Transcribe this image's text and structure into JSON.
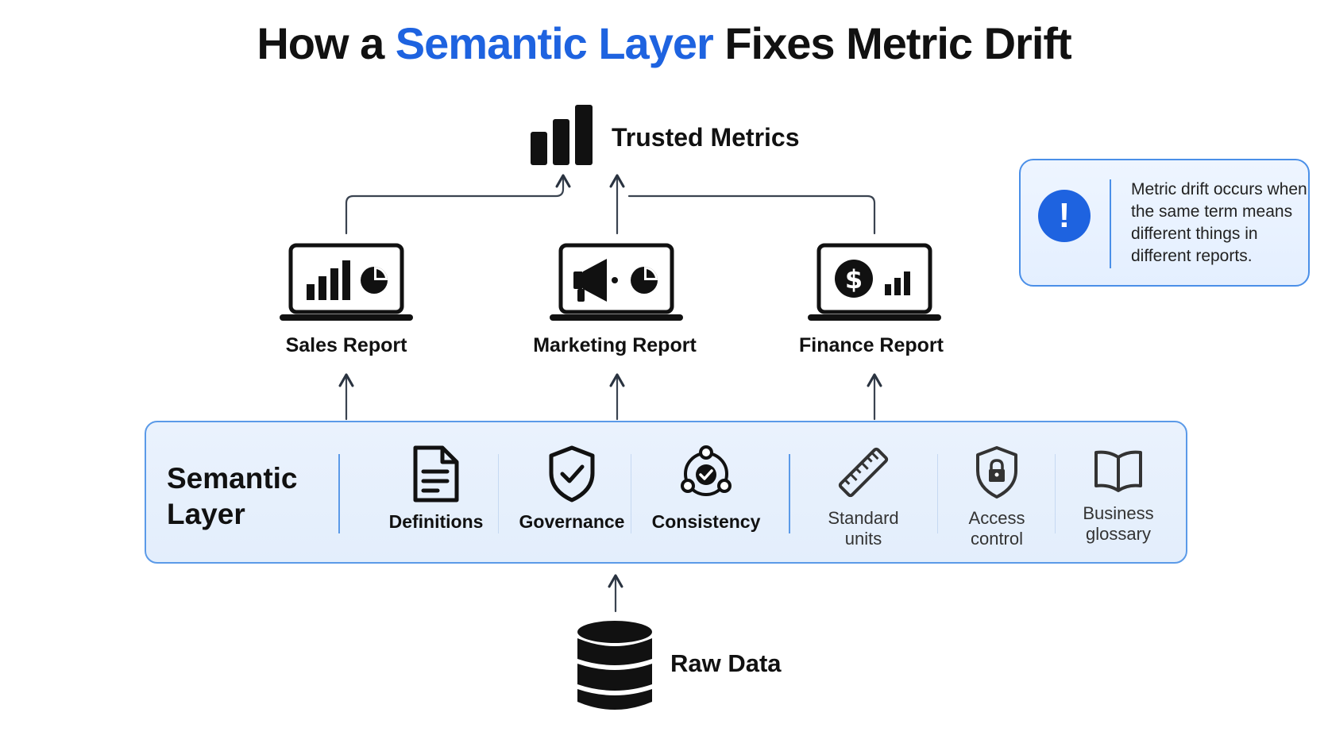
{
  "title": {
    "prefix": "How a",
    "highlight": "Semantic Layer",
    "suffix": "Fixes Metric Drift",
    "highlight_color": "#1e63e0"
  },
  "top_node": {
    "label": "Trusted Metrics",
    "icon": "bar-chart-icon"
  },
  "reports": [
    {
      "label": "Sales Report",
      "icon": "laptop-sales-icon"
    },
    {
      "label": "Marketing Report",
      "icon": "laptop-marketing-icon"
    },
    {
      "label": "Finance Report",
      "icon": "laptop-finance-icon"
    }
  ],
  "semantic_layer": {
    "title": "Semantic Layer",
    "primary_features": [
      {
        "label": "Definitions",
        "icon": "document-icon"
      },
      {
        "label": "Governance",
        "icon": "shield-check-icon"
      },
      {
        "label": "Consistency",
        "icon": "consistency-icon"
      }
    ],
    "secondary_features": [
      {
        "label": "Standard\nunits",
        "icon": "ruler-icon"
      },
      {
        "label": "Access\ncontrol",
        "icon": "lock-shield-icon"
      },
      {
        "label": "Business\nglossary",
        "icon": "book-icon"
      }
    ]
  },
  "bottom_node": {
    "label": "Raw Data",
    "icon": "database-icon"
  },
  "callout": {
    "icon": "exclamation-icon",
    "text": "Metric drift occurs when the same term means different things in different reports."
  },
  "colors": {
    "accent": "#1e63e0",
    "panel_border": "#5b9ae8",
    "panel_fill": "#e6f0fc",
    "ink": "#111111"
  }
}
